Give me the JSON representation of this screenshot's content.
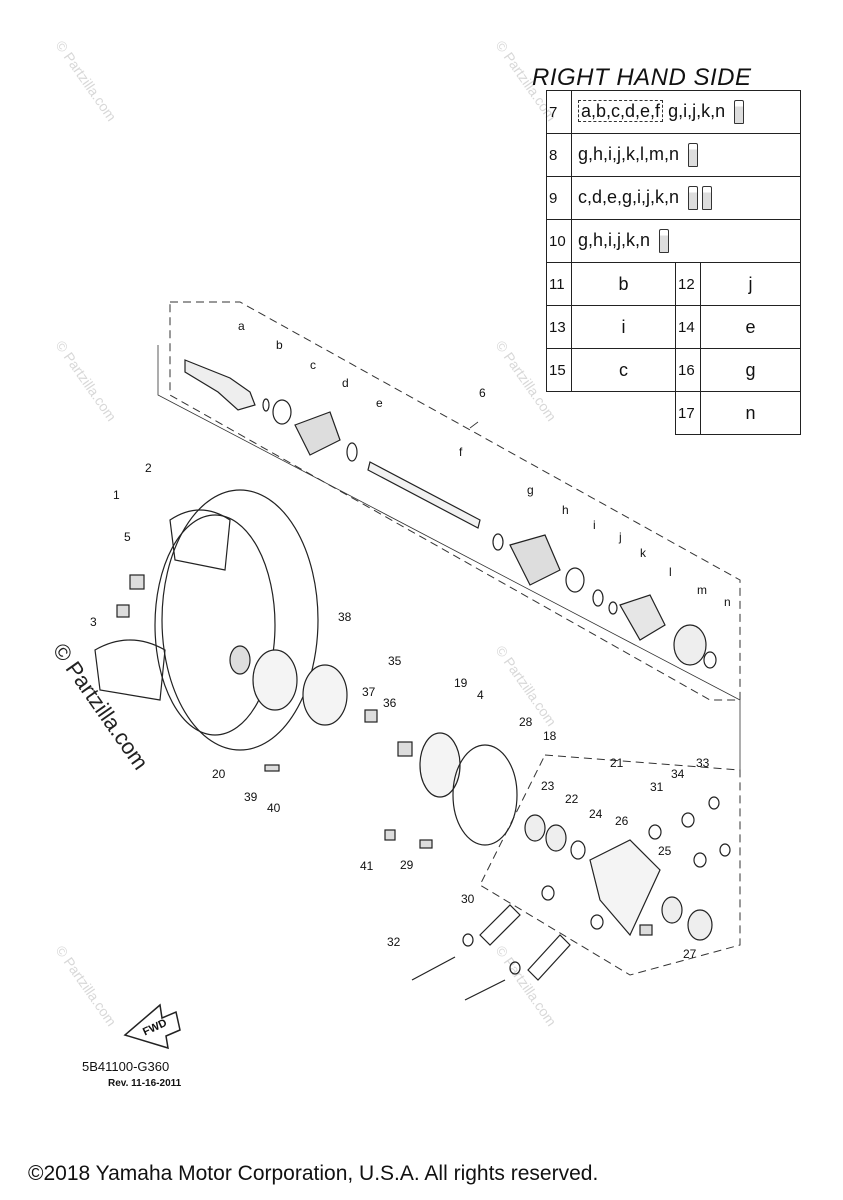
{
  "table": {
    "title": "RIGHT HAND SIDE",
    "rows": [
      {
        "num": "7",
        "boxed": "a,b,c,d,e,f",
        "rest": "g,i,j,k,n",
        "tubes": 1
      },
      {
        "num": "8",
        "text": "g,h,i,j,k,l,m,n",
        "tubes": 1
      },
      {
        "num": "9",
        "text": "c,d,e,g,i,j,k,n",
        "tubes": 2
      },
      {
        "num": "10",
        "text": "g,h,i,j,k,n",
        "tubes": 1
      }
    ],
    "pairs": [
      {
        "n1": "11",
        "v1": "b",
        "n2": "12",
        "v2": "j"
      },
      {
        "n1": "13",
        "v1": "i",
        "n2": "14",
        "v2": "e"
      },
      {
        "n1": "15",
        "v1": "c",
        "n2": "16",
        "v2": "g"
      },
      {
        "n2": "17",
        "v2": "n"
      }
    ]
  },
  "callouts": [
    "a",
    "b",
    "c",
    "d",
    "e",
    "f",
    "g",
    "h",
    "i",
    "j",
    "k",
    "l",
    "m",
    "n",
    "1",
    "2",
    "3",
    "4",
    "5",
    "6",
    "18",
    "19",
    "20",
    "21",
    "22",
    "23",
    "24",
    "25",
    "26",
    "27",
    "28",
    "29",
    "30",
    "31",
    "32",
    "33",
    "34",
    "35",
    "36",
    "37",
    "38",
    "39",
    "40",
    "41"
  ],
  "fwd_label": "FWD",
  "drawing_code": "5B41100-G360",
  "revision": "Rev.  11-16-2011",
  "watermark": "© Partzilla.com",
  "copyright": "©2018 Yamaha Motor Corporation, U.S.A. All rights reserved."
}
